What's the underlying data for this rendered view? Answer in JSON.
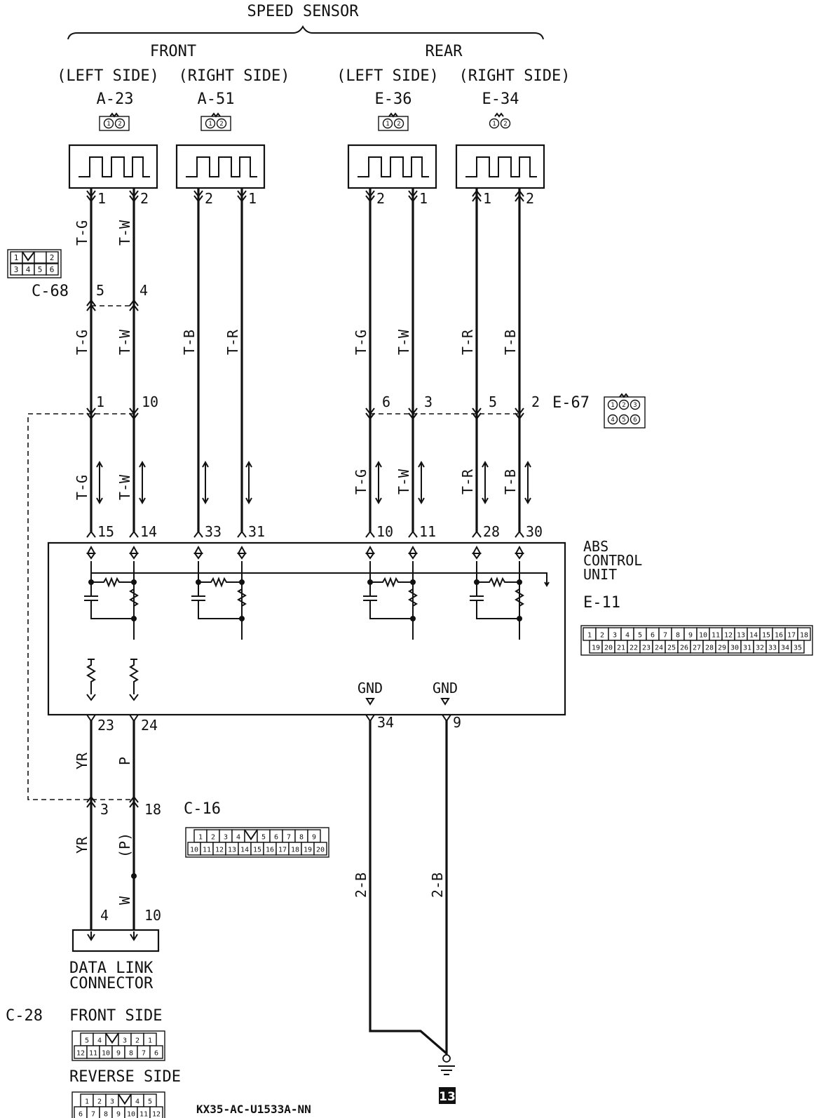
{
  "title": "SPEED SENSOR",
  "groups": {
    "front": "FRONT",
    "rear": "REAR"
  },
  "sensors": [
    {
      "side": "(LEFT SIDE)",
      "id": "A-23",
      "pins": [
        "1",
        "2"
      ],
      "wires": [
        "T-G",
        "T-W"
      ]
    },
    {
      "side": "(RIGHT SIDE)",
      "id": "A-51",
      "pins": [
        "2",
        "1"
      ],
      "wires": [
        "T-B",
        "T-R"
      ]
    },
    {
      "side": "(LEFT SIDE)",
      "id": "E-36",
      "pins": [
        "2",
        "1"
      ],
      "wires": [
        "T-G",
        "T-W"
      ]
    },
    {
      "side": "(RIGHT SIDE)",
      "id": "E-34",
      "pins": [
        "1",
        "2"
      ],
      "wires": [
        "T-R",
        "T-B"
      ]
    }
  ],
  "connector_symbol_pins": [
    "1",
    "2"
  ],
  "c68": {
    "id": "C-68",
    "pins": [
      "5",
      "4"
    ],
    "grid": [
      [
        "1",
        "",
        "2"
      ],
      [
        "3",
        "4",
        "5",
        "6"
      ]
    ]
  },
  "e67": {
    "id": "E-67",
    "pins": [
      "6",
      "3",
      "5",
      "2"
    ],
    "grid": [
      [
        "1",
        "2",
        "3"
      ],
      [
        "4",
        "5",
        "6"
      ]
    ]
  },
  "lower_wire_labels": [
    "T-G",
    "T-W",
    "T-G",
    "T-W",
    "T-R",
    "T-B"
  ],
  "mid_pins_front": [
    "1",
    "10"
  ],
  "ecu": {
    "name_lines": [
      "ABS",
      "CONTROL",
      "UNIT"
    ],
    "id": "E-11",
    "top_pins": [
      "15",
      "14",
      "33",
      "31",
      "10",
      "11",
      "28",
      "30"
    ],
    "bottom_pins": [
      "23",
      "24",
      "34",
      "9"
    ],
    "gnd": [
      "GND",
      "GND"
    ],
    "grid": [
      [
        "1",
        "2",
        "3",
        "4",
        "5",
        "6",
        "7",
        "8",
        "9",
        "10",
        "11",
        "12",
        "13",
        "14",
        "15",
        "16",
        "17",
        "18"
      ],
      [
        "19",
        "20",
        "21",
        "22",
        "23",
        "24",
        "25",
        "26",
        "27",
        "28",
        "29",
        "30",
        "31",
        "32",
        "33",
        "34",
        "35"
      ]
    ]
  },
  "lower_wires": {
    "left": [
      "YR",
      "P"
    ],
    "lower": [
      "YR",
      "(P)",
      "W"
    ],
    "ground": [
      "2-B",
      "2-B"
    ]
  },
  "c16": {
    "id": "C-16",
    "pins": [
      "3",
      "18"
    ],
    "grid": [
      [
        "1",
        "2",
        "3",
        "4",
        "",
        "5",
        "6",
        "7",
        "8",
        "9"
      ],
      [
        "10",
        "11",
        "12",
        "13",
        "14",
        "15",
        "16",
        "17",
        "18",
        "19",
        "20"
      ]
    ]
  },
  "dlc": {
    "pins": [
      "4",
      "10"
    ],
    "name_lines": [
      "DATA LINK",
      "CONNECTOR"
    ]
  },
  "c28": {
    "id": "C-28",
    "front_label": "FRONT SIDE",
    "front_grid": [
      [
        "5",
        "4",
        "",
        "3",
        "2",
        "1"
      ],
      [
        "12",
        "11",
        "10",
        "9",
        "8",
        "7",
        "6"
      ]
    ],
    "reverse_label": "REVERSE SIDE",
    "reverse_grid": [
      [
        "1",
        "2",
        "3",
        "",
        "4",
        "5"
      ],
      [
        "6",
        "7",
        "8",
        "9",
        "10",
        "11",
        "12"
      ]
    ]
  },
  "ground_id": "13",
  "figure_code": "KX35-AC-U1533A-NN"
}
